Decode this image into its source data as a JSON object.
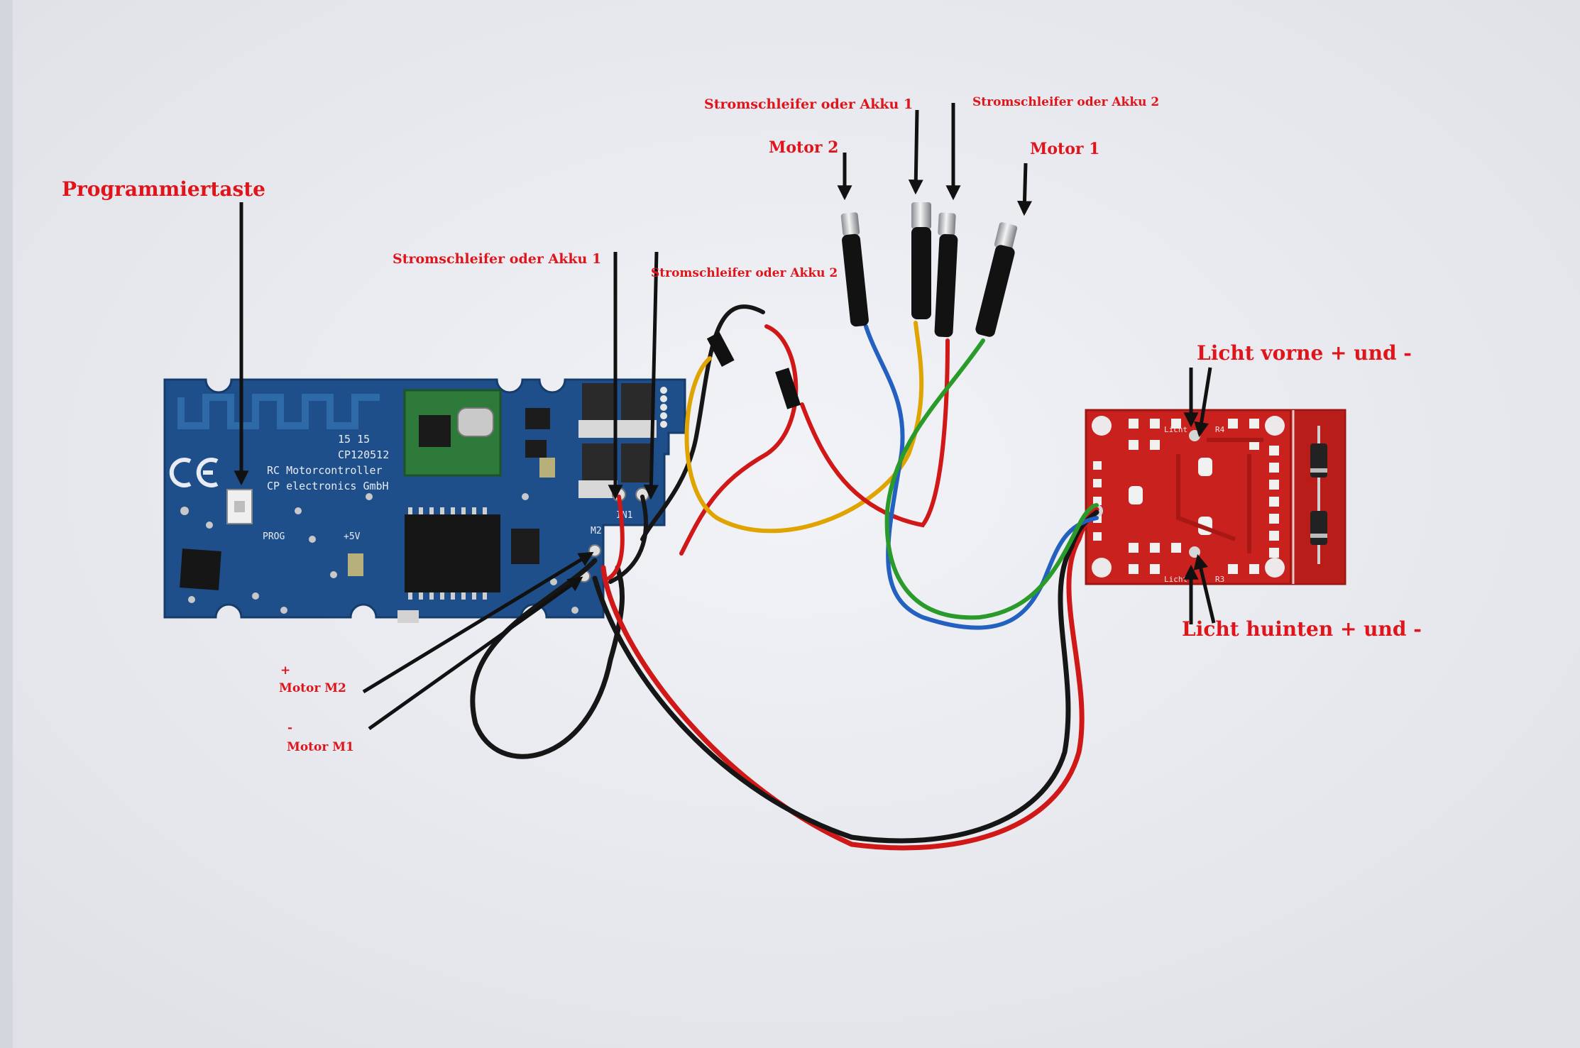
{
  "labels": {
    "prog_button": "Programmiertaste",
    "board_akku1": "Stromschleifer oder Akku 1",
    "board_akku2": "Stromschleifer oder Akku 2",
    "plug_akku1": "Stromschleifer oder Akku 1",
    "plug_akku2": "Stromschleifer oder Akku 2",
    "plug_motor2": "Motor 2",
    "plug_motor1": "Motor 1",
    "light_front": "Licht vorne + und -",
    "light_rear": "Licht huinten + und -",
    "motor_m2_sign": "+",
    "motor_m2": "Motor M2",
    "motor_m1_sign": "-",
    "motor_m1": "Motor M1"
  },
  "pcb_main": {
    "silkscreen": [
      "CP electronics GmbH",
      "RC Motorcontroller",
      "CP120512",
      "15 15"
    ],
    "pads": [
      "PROG",
      "+5V",
      "M2",
      "IN1"
    ]
  },
  "pcb_light": {
    "silkscreen": [
      "Licht",
      "Licht",
      "R4",
      "R3"
    ]
  },
  "colors": {
    "label": "#e0141b",
    "pcb_main": "#1f4f8a",
    "pcb_light": "#c8211e",
    "wire_red": "#d01818",
    "wire_black": "#161616",
    "wire_yellow": "#e0a400",
    "wire_blue": "#2460c0",
    "wire_green": "#2a9b2a"
  },
  "icons": [
    "arrow-icon",
    "ce-mark-icon"
  ]
}
